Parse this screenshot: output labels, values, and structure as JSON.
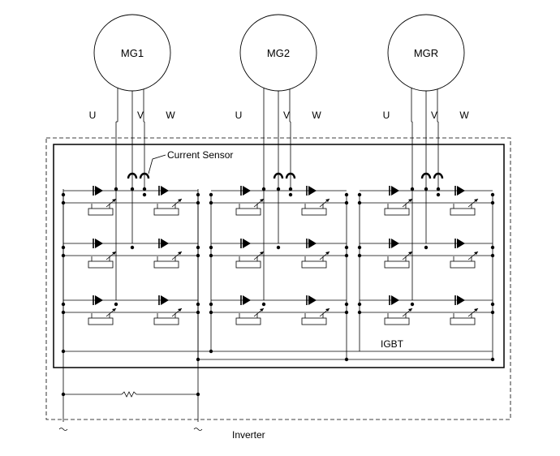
{
  "motors": [
    {
      "name": "MG1",
      "phases": [
        "U",
        "V",
        "W"
      ]
    },
    {
      "name": "MG2",
      "phases": [
        "U",
        "V",
        "W"
      ]
    },
    {
      "name": "MGR",
      "phases": [
        "U",
        "V",
        "W"
      ]
    }
  ],
  "labels": {
    "current_sensor": "Current Sensor",
    "igbt": "IGBT",
    "inverter": "Inverter"
  }
}
